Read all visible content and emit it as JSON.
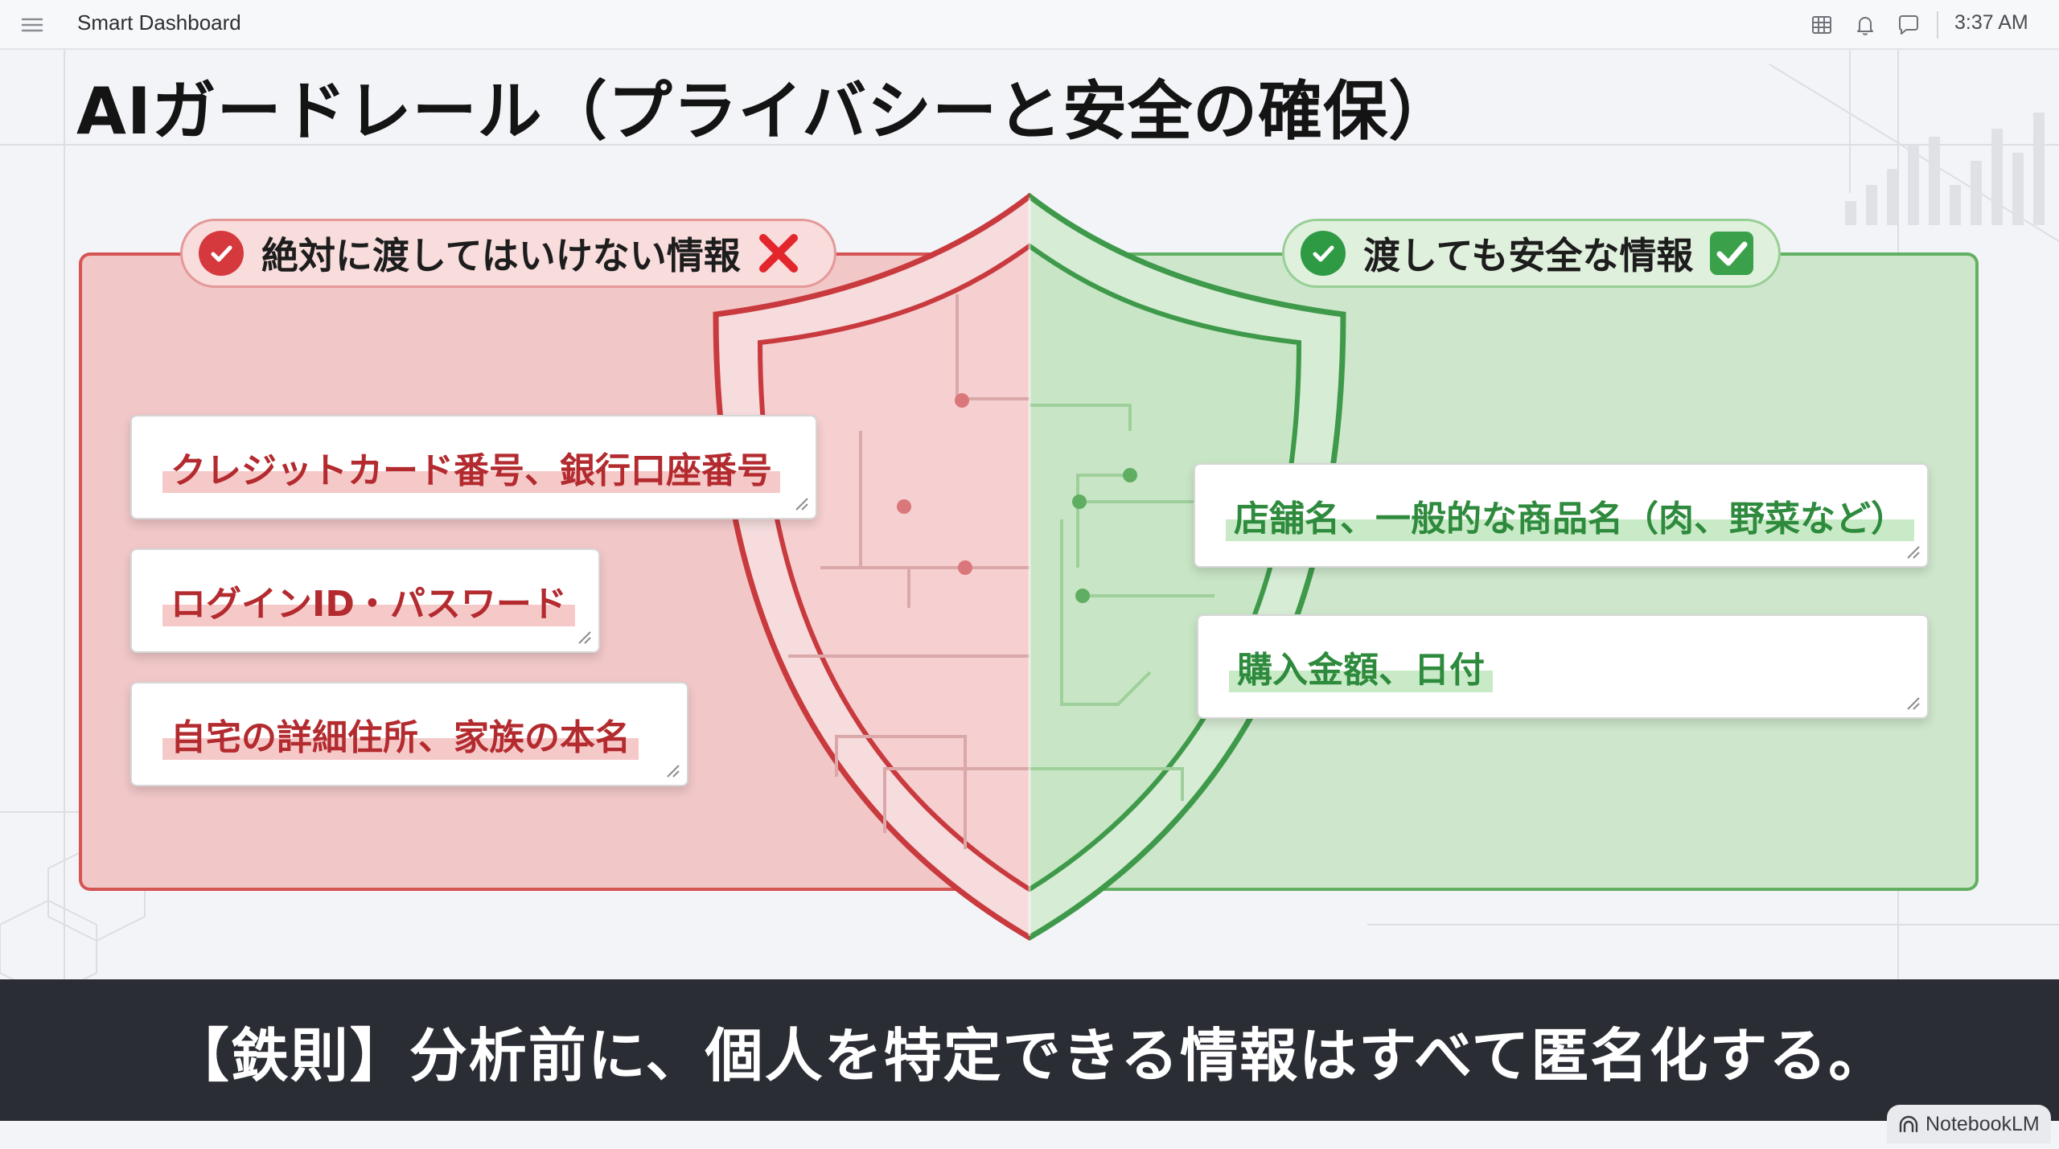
{
  "app": {
    "title": "Smart Dashboard",
    "time": "3:37 AM"
  },
  "topbar": {
    "icons": [
      "menu-icon",
      "table-grid-icon",
      "bell-icon",
      "chat-bubble-icon"
    ]
  },
  "slide": {
    "title": "AIガードレール（プライバシーと安全の確保）",
    "unsafe": {
      "header": "絶対に渡してはいけない情報",
      "header_mark": "cross-mark-icon",
      "items": [
        "クレジットカード番号、銀行口座番号",
        "ログインID・パスワード",
        "自宅の詳細住所、家族の本名"
      ]
    },
    "safe": {
      "header": "渡しても安全な情報",
      "header_mark": "check-box-icon",
      "items": [
        "店舗名、一般的な商品名（肉、野菜など）",
        "購入金額、日付"
      ]
    },
    "rule": "【鉄則】分析前に、個人を特定できる情報はすべて匿名化する。"
  },
  "colors": {
    "danger": "#d5393e",
    "danger_panel": "#f1c7c8",
    "safe": "#2f9a44",
    "safe_panel": "#cee7cc",
    "banner": "#2a2d34"
  },
  "watermark": {
    "label": "NotebookLM"
  }
}
